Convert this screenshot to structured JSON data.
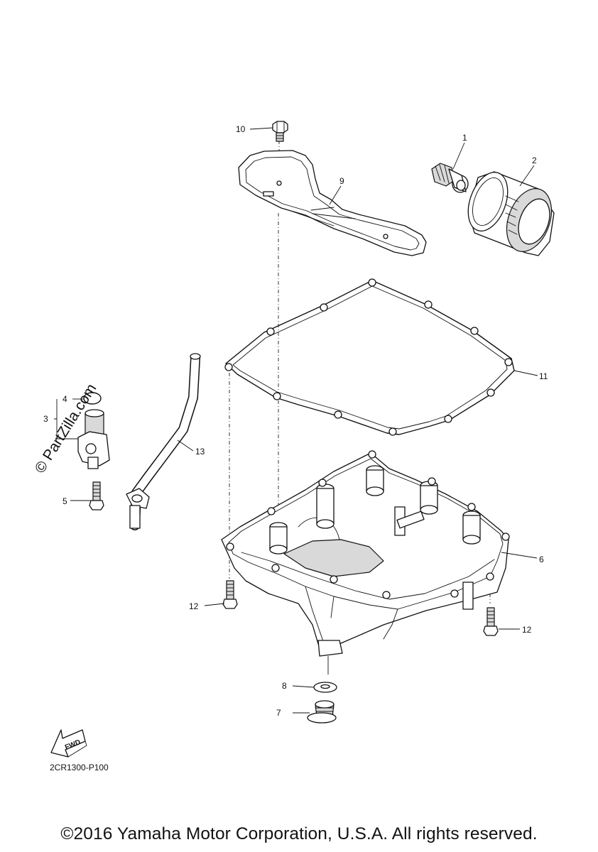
{
  "diagram": {
    "code": "2CR1300-P100",
    "direction_arrow_label": "FWD",
    "watermark": "© PartZilla.com",
    "callouts": {
      "c1": "1",
      "c2": "2",
      "c3": "3",
      "c4": "4",
      "c5": "5",
      "c6": "6",
      "c7": "7",
      "c8": "8",
      "c9": "9",
      "c10": "10",
      "c11": "11",
      "c12a": "12",
      "c12b": "12",
      "c13": "13"
    }
  },
  "footer": {
    "copyright": "©2016 Yamaha Motor Corporation, U.S.A. All rights reserved."
  }
}
